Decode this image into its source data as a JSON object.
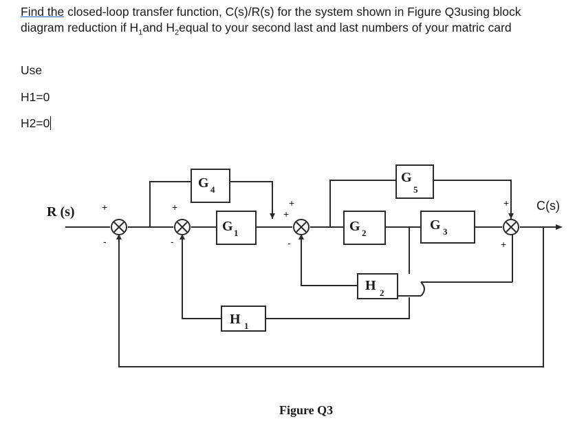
{
  "question": {
    "link_text": "Find the",
    "text_1": " closed-loop transfer function, C(s)/R(s) for the system shown in Figure Q3using block diagram reduction if H",
    "sub1": "1",
    "text_2": "and H",
    "sub2": "2",
    "text_3": "equal to your second last and last numbers of your matric card"
  },
  "use_label": "Use",
  "h1_value": "H1=0",
  "h2_value": "H2=0",
  "diagram": {
    "input_label": "R (s)",
    "output_label": "C(s)",
    "caption": "Figure Q3",
    "blocks": {
      "g4": {
        "base": "G",
        "sub": "4"
      },
      "g1": {
        "base": "G",
        "sub": "1"
      },
      "g2": {
        "base": "G",
        "sub": "2"
      },
      "g5": {
        "base": "G",
        "sub": "5"
      },
      "g3": {
        "base": "G",
        "sub": "3"
      },
      "h2": {
        "base": "H",
        "sub": "2"
      },
      "h1": {
        "base": "H",
        "sub": "1"
      }
    },
    "signs": {
      "plus": "+",
      "minus": "-"
    }
  }
}
